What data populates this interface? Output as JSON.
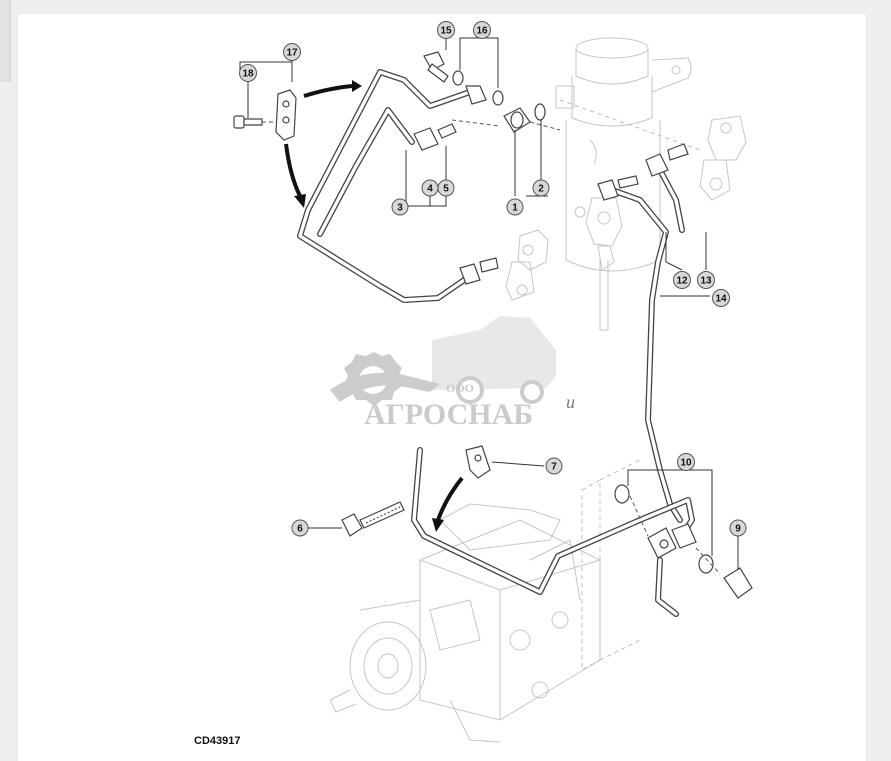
{
  "diagram": {
    "reference_code": "CD43917",
    "callouts": {
      "c1": "1",
      "c2": "2",
      "c3": "3",
      "c4": "4",
      "c5": "5",
      "c6": "6",
      "c7": "7",
      "c9": "9",
      "c10": "10",
      "c12": "12",
      "c13": "13",
      "c14": "14",
      "c15": "15",
      "c16": "16",
      "c17": "17",
      "c18": "18"
    }
  },
  "watermark": {
    "company_prefix": "ООО",
    "company_name": "АГРОСНАБ",
    "suffix_glyph": "и"
  },
  "colors": {
    "page_background": "#efefef",
    "card_background": "#ffffff",
    "line_art": "#444444",
    "callout_fill": "#d8d8d8",
    "watermark": "#c4c4c4"
  }
}
